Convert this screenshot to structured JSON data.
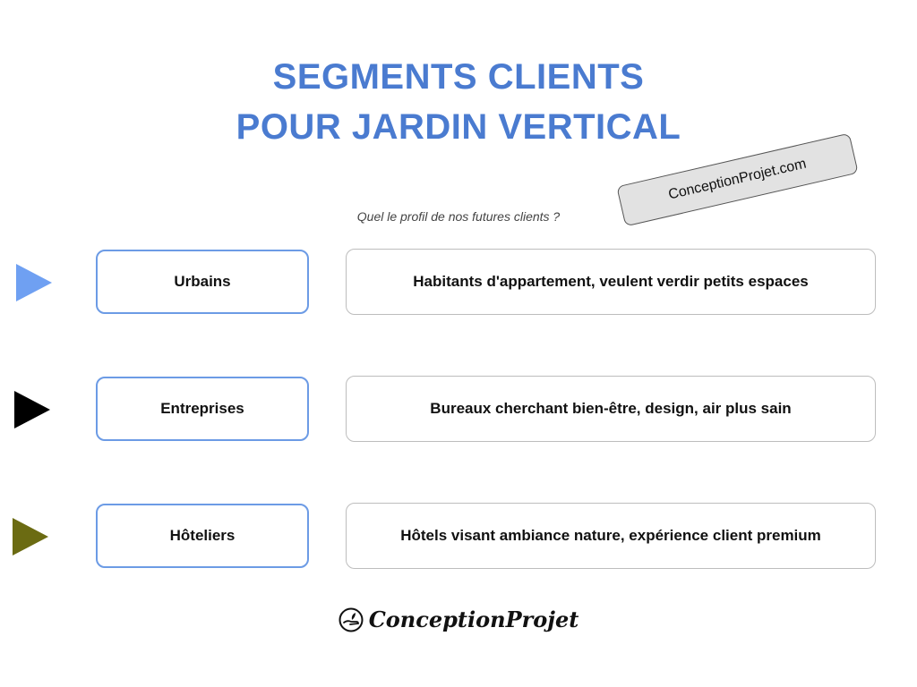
{
  "title_line1": "SEGMENTS CLIENTS",
  "title_line2": "POUR JARDIN VERTICAL",
  "subtitle": "Quel le profil de nos futures clients ?",
  "stamp_text": "ConceptionProjet.com",
  "rows": [
    {
      "segment": "Urbains",
      "description": "Habitants d'appartement, veulent verdir petits espaces",
      "arrow_color": "#6fa0f2"
    },
    {
      "segment": "Entreprises",
      "description": "Bureaux cherchant bien-être, design, air plus sain",
      "arrow_color": "#000000"
    },
    {
      "segment": "Hôteliers",
      "description": "Hôtels visant ambiance nature, expérience client premium",
      "arrow_color": "#6b6b12"
    }
  ],
  "footer_logo_text": "ConceptionProjet",
  "colors": {
    "title": "#4a7bd0",
    "segment_border": "#6c9be5",
    "desc_border": "#bdbdbd"
  }
}
